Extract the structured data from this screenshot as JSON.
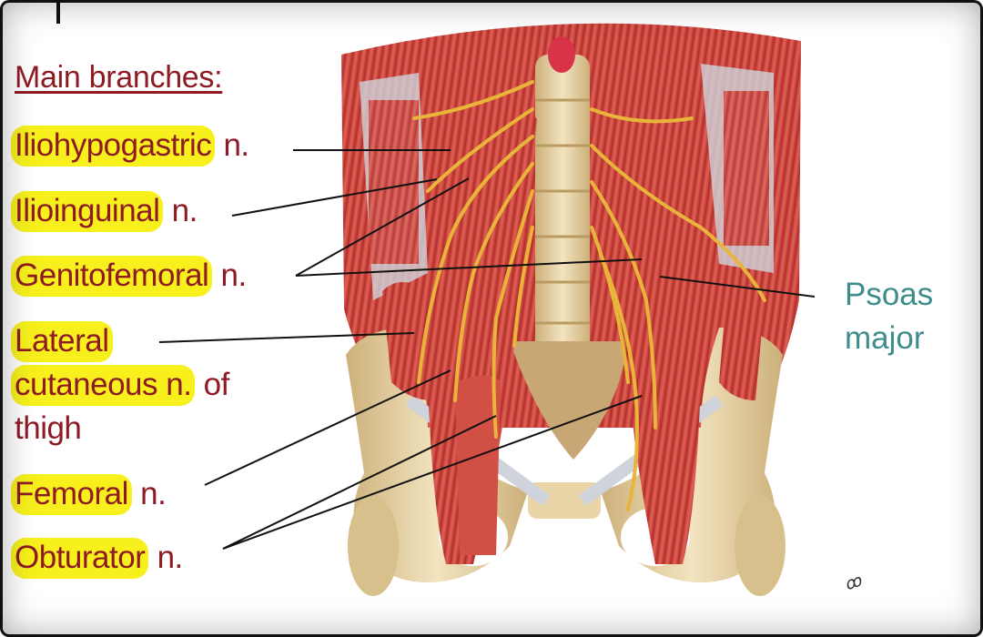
{
  "heading": "Main branches:",
  "labels": {
    "iliohypogastric": {
      "name": "Iliohypogastric",
      "suffix": " n."
    },
    "ilioinguinal": {
      "name": "Ilioinguinal",
      "suffix": " n."
    },
    "genitofemoral": {
      "name": "Genitofemoral",
      "suffix": " n."
    },
    "lateral": {
      "name1": "Lateral",
      "name2": "cutaneous n.",
      "suffix": " of",
      "line3": "thigh"
    },
    "femoral": {
      "name": "Femoral",
      "suffix": " n."
    },
    "obturator": {
      "name": "Obturator",
      "suffix": " n."
    }
  },
  "psoas": {
    "line1": "Psoas",
    "line2": "major"
  },
  "colors": {
    "highlight": "#f7f01c",
    "label_text": "#8e1b24",
    "psoas_text": "#3d8d8d",
    "muscle": "#c9413a",
    "nerve": "#e8b53a",
    "bone": "#e6d2a2"
  }
}
